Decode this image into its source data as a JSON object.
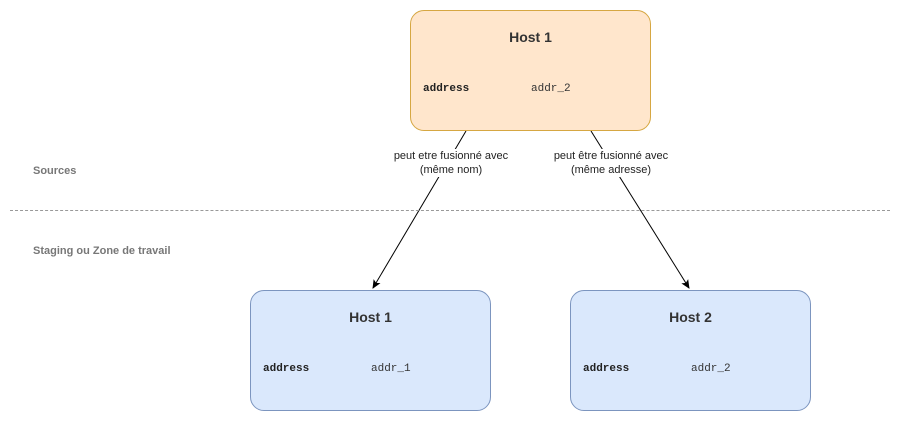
{
  "zones": {
    "sources": "Sources",
    "staging": "Staging ou Zone de travail"
  },
  "nodes": {
    "source_host": {
      "title": "Host 1",
      "key": "address",
      "value": "addr_2"
    },
    "target_host1": {
      "title": "Host 1",
      "key": "address",
      "value": "addr_1"
    },
    "target_host2": {
      "title": "Host 2",
      "key": "address",
      "value": "addr_2"
    }
  },
  "edges": {
    "left": {
      "line1": "peut etre fusionné avec",
      "line2": "(même nom)"
    },
    "right": {
      "line1": "peut être fusionné avec",
      "line2": "(même adresse)"
    }
  },
  "colors": {
    "source_fill": "#ffe6cc",
    "source_stroke": "#d6a742",
    "target_fill": "#dae8fc",
    "target_stroke": "#7c95bf"
  }
}
